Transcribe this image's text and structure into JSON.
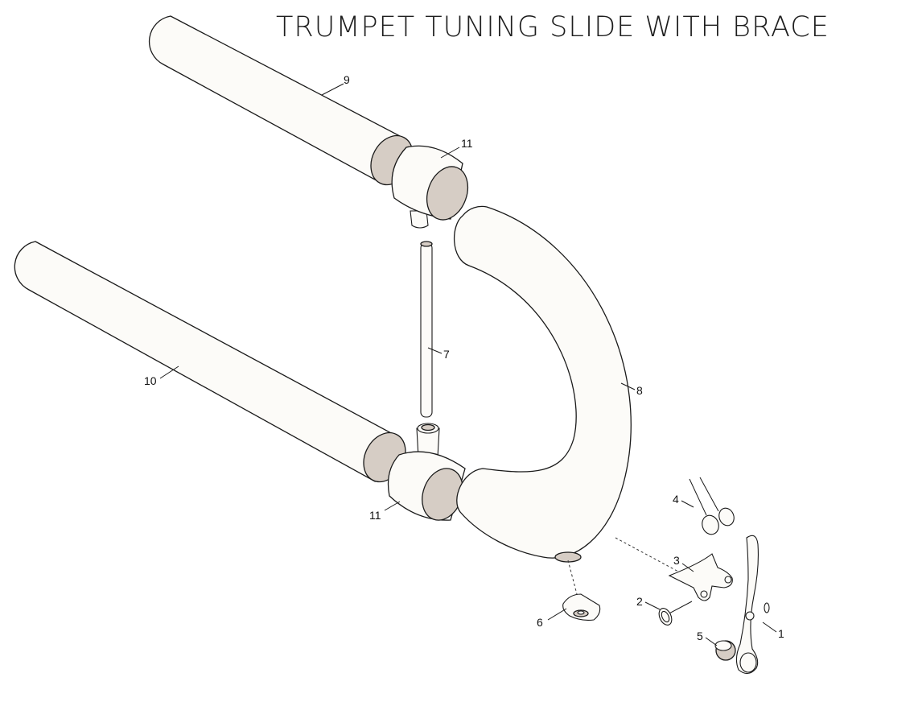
{
  "title": "TRUMPET TUNING SLIDE WITH BRACE",
  "labels": {
    "p1": "1",
    "p2": "2",
    "p3": "3",
    "p4": "4",
    "p5": "5",
    "p6": "6",
    "p7": "7",
    "p8": "8",
    "p9": "9",
    "p10": "10",
    "p11_upper": "11",
    "p11_lower": "11"
  },
  "colors": {
    "tube_fill": "#fcfbf8",
    "tube_end": "#d6cdc5",
    "outline": "#1a1a1a"
  }
}
